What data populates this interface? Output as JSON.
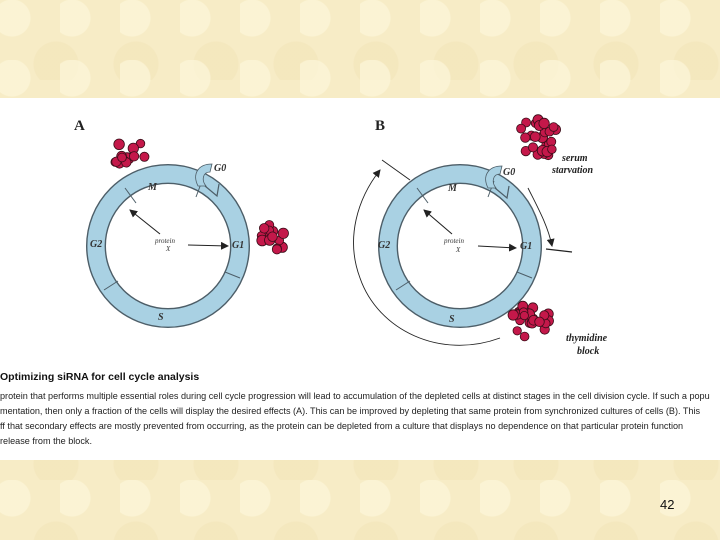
{
  "figure": {
    "panel_a": {
      "label": "A",
      "phases": {
        "m": "M",
        "g0": "G0",
        "g1": "G1",
        "g2": "G2",
        "s": "S"
      },
      "protein_line1": "protein",
      "protein_line2": "X"
    },
    "panel_b": {
      "label": "B",
      "phases": {
        "m": "M",
        "g0": "G0",
        "g1": "G1",
        "g2": "G2",
        "s": "S"
      },
      "protein_line1": "protein",
      "protein_line2": "X",
      "serum_line1": "serum",
      "serum_line2": "starvation",
      "thymidine_line1": "thymidine",
      "thymidine_line2": "block"
    },
    "colors": {
      "ring": "#a9d1e3",
      "ring_stroke": "#4d5e68",
      "cells": "#c4184a",
      "cell_stroke": "#3a0d18"
    }
  },
  "caption": {
    "title": "Optimizing siRNA for cell cycle analysis",
    "lines": [
      "protein that performs multiple essential roles during cell cycle progression will lead to accumulation of the depleted cells at distinct stages in the cell division cycle. If such a popu",
      "mentation, then only a fraction of the cells will display the desired effects (A). This can be improved by depleting that same protein from synchronized cultures of cells (B). This",
      "ff that secondary effects are mostly prevented from occurring, as the protein can be depleted from a culture that displays no dependence on that particular protein function",
      "release from the block."
    ]
  },
  "slide_number": "42"
}
